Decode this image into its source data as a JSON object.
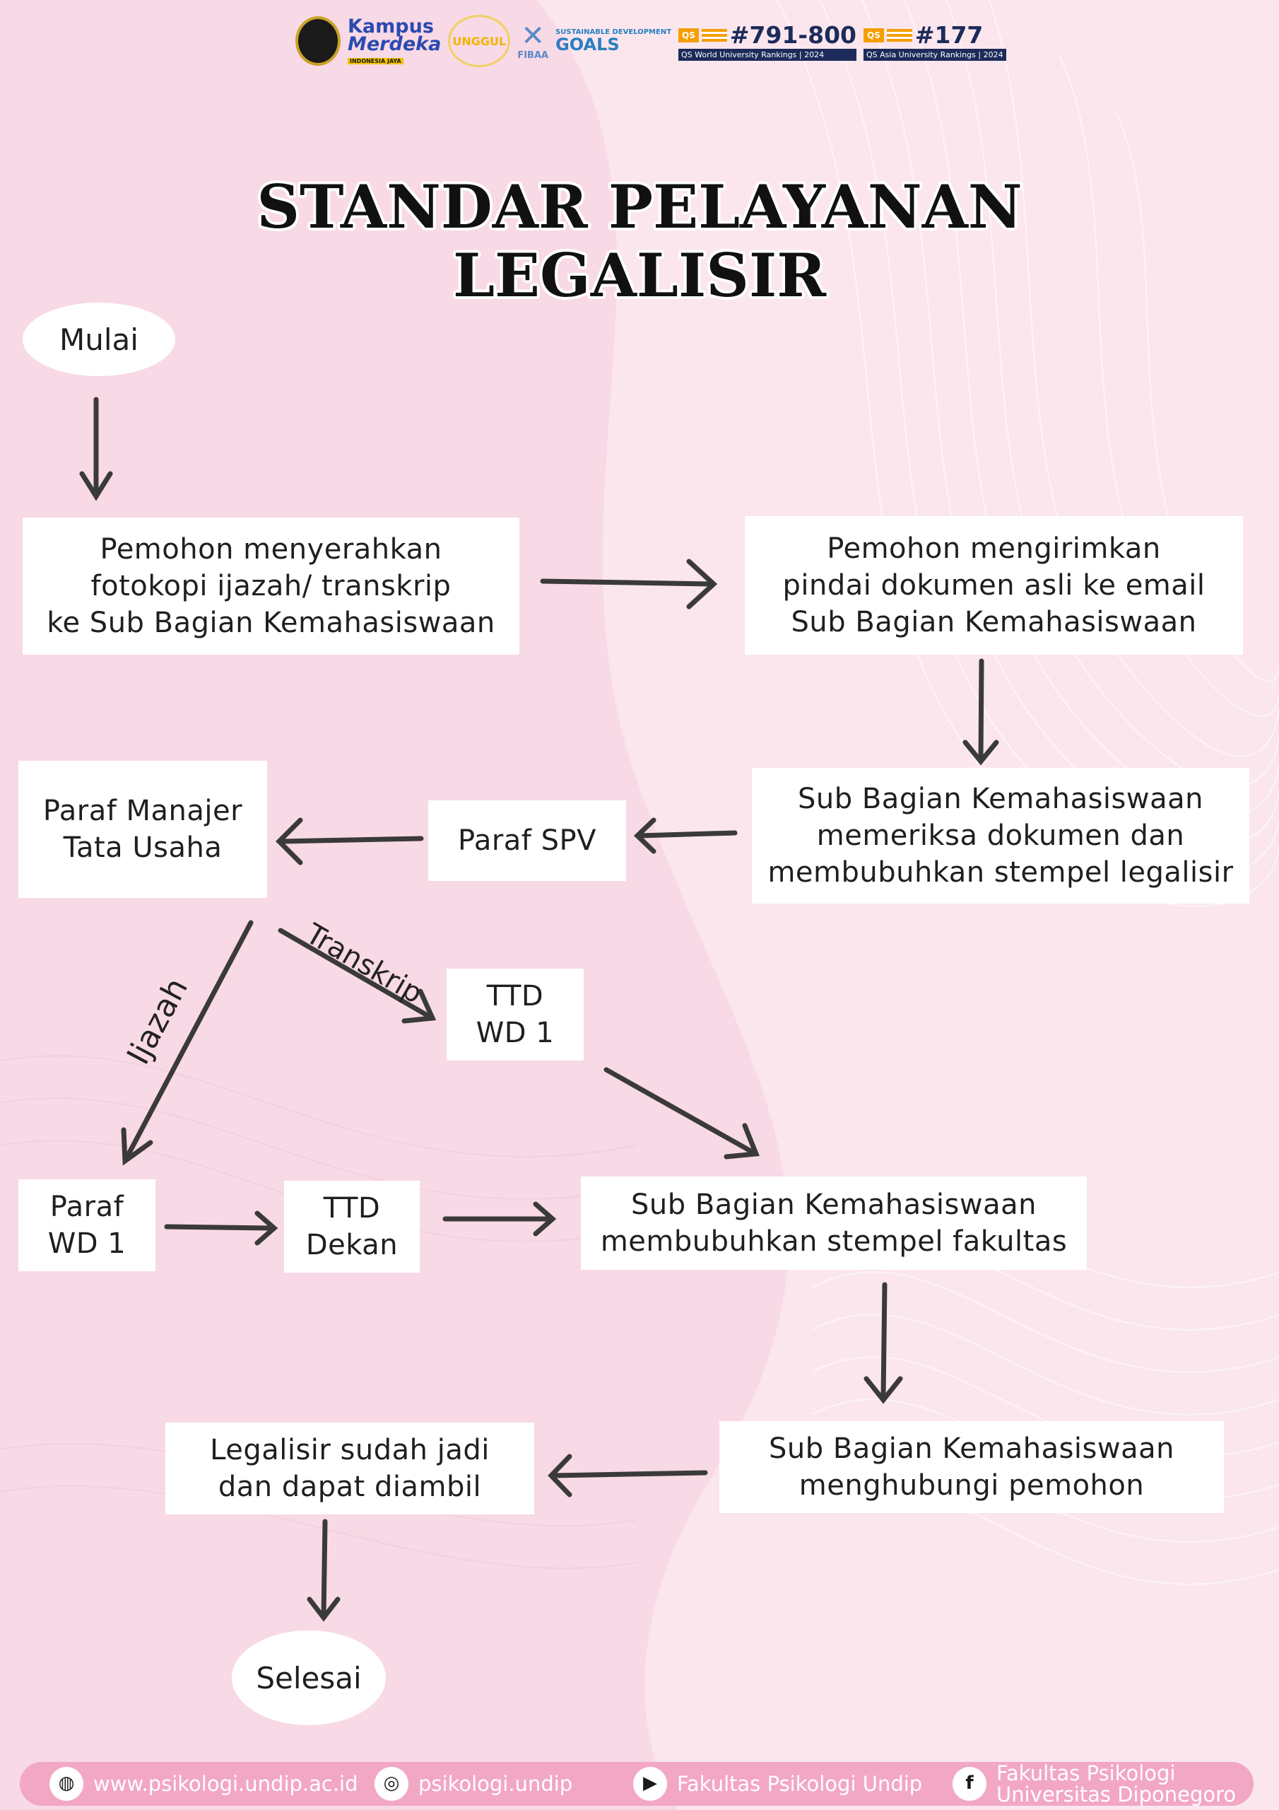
{
  "header": {
    "logos": {
      "kampus_merdeka": [
        "Kampus",
        "Merdeka",
        "INDONESIA JAYA"
      ],
      "unggul": "UNGGUL",
      "fibaa": "FIBAA",
      "sdg": [
        "SUSTAINABLE DEVELOPMENT",
        "GOALS"
      ],
      "qs_world": {
        "rank": "#791-800",
        "caption": "QS World University Rankings | 2024"
      },
      "qs_asia": {
        "rank": "#177",
        "caption": "QS Asia University Rankings | 2024"
      }
    }
  },
  "title": {
    "line1": "STANDAR PELAYANAN",
    "line2": "LEGALISIR"
  },
  "flow": {
    "start": "Mulai",
    "step1": "Pemohon menyerahkan\nfotokopi ijazah/ transkrip\nke Sub Bagian Kemahasiswaan",
    "step2": "Pemohon mengirimkan\npindai dokumen asli ke email\nSub Bagian Kemahasiswaan",
    "step3": "Sub Bagian Kemahasiswaan\nmemeriksa dokumen dan\nmembubuhkan stempel legalisir",
    "paraf_spv": "Paraf SPV",
    "paraf_manajer": "Paraf Manajer\nTata Usaha",
    "ttd_wd1": "TTD\nWD 1",
    "paraf_wd1": "Paraf\nWD 1",
    "ttd_dekan": "TTD\nDekan",
    "stempel_fakultas": "Sub Bagian Kemahasiswaan\nmembubuhkan stempel fakultas",
    "hubungi": "Sub Bagian Kemahasiswaan\nmenghubungi pemohon",
    "legalisir_jadi": "Legalisir sudah jadi\ndan dapat diambil",
    "end": "Selesai",
    "label_transkrip": "Transkrip",
    "label_ijazah": "Ijazah"
  },
  "footer": {
    "website": "www.psikologi.undip.ac.id",
    "instagram": "psikologi.undip",
    "youtube": "Fakultas Psikologi Undip",
    "facebook": "Fakultas Psikologi\nUniversitas Diponegoro"
  },
  "colors": {
    "background": "#f7d6e4",
    "arrow": "#3a3a3a",
    "footer": "#f2a7c4"
  }
}
